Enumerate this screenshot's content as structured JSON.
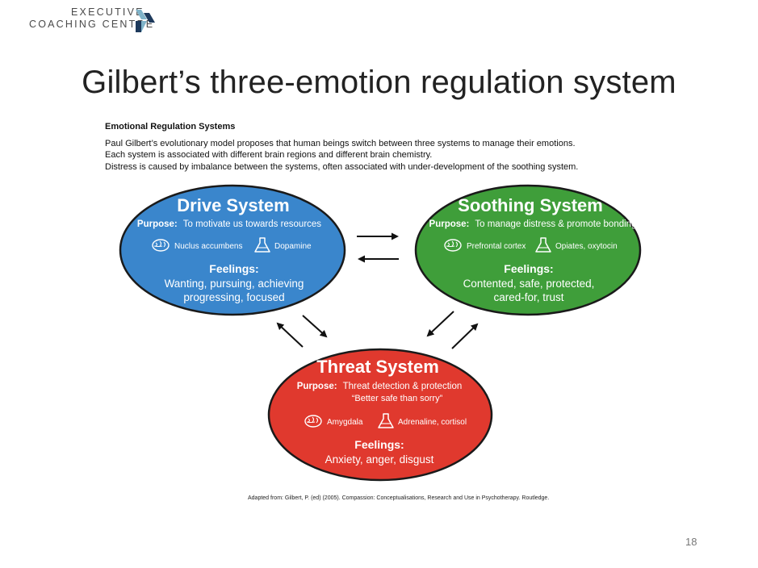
{
  "header": {
    "logo_line1": "EXECUTIVE",
    "logo_line2": "COACHING CENTRE"
  },
  "title": "Gilbert’s three-emotion regulation system",
  "intro": {
    "heading": "Emotional Regulation Systems",
    "lines": [
      "Paul Gilbert’s evolutionary model proposes that human beings switch between three systems to manage their emotions.",
      "Each system is associated with different brain regions and different brain chemistry.",
      "Distress is caused by imbalance between the systems, often associated with under-development of the soothing system."
    ]
  },
  "systems": {
    "drive": {
      "title": "Drive System",
      "purpose_label": "Purpose:",
      "purpose": "To motivate us towards resources",
      "brain": "Nuclus accumbens",
      "chemistry": "Dopamine",
      "feelings_label": "Feelings:",
      "feelings": [
        "Wanting, pursuing, achieving",
        "progressing, focused"
      ],
      "color": "#3a86cc"
    },
    "soothing": {
      "title": "Soothing System",
      "purpose_label": "Purpose:",
      "purpose": "To manage distress & promote bonding",
      "brain": "Prefrontal cortex",
      "chemistry": "Opiates, oxytocin",
      "feelings_label": "Feelings:",
      "feelings": [
        "Contented, safe, protected,",
        "cared-for, trust"
      ],
      "color": "#3f9e3a"
    },
    "threat": {
      "title": "Threat System",
      "purpose_label": "Purpose:",
      "purpose": "Threat detection & protection",
      "purpose_line2": "“Better safe than sorry”",
      "brain": "Amygdala",
      "chemistry": "Adrenaline, cortisol",
      "feelings_label": "Feelings:",
      "feelings": [
        "Anxiety, anger, disgust"
      ],
      "color": "#e0392e"
    }
  },
  "footnote": "Adapted from: Gilbert, P. (ed) (2005). Compassion: Conceptualisations, Research and Use in Psychotherapy. Routledge.",
  "page_number": "18"
}
